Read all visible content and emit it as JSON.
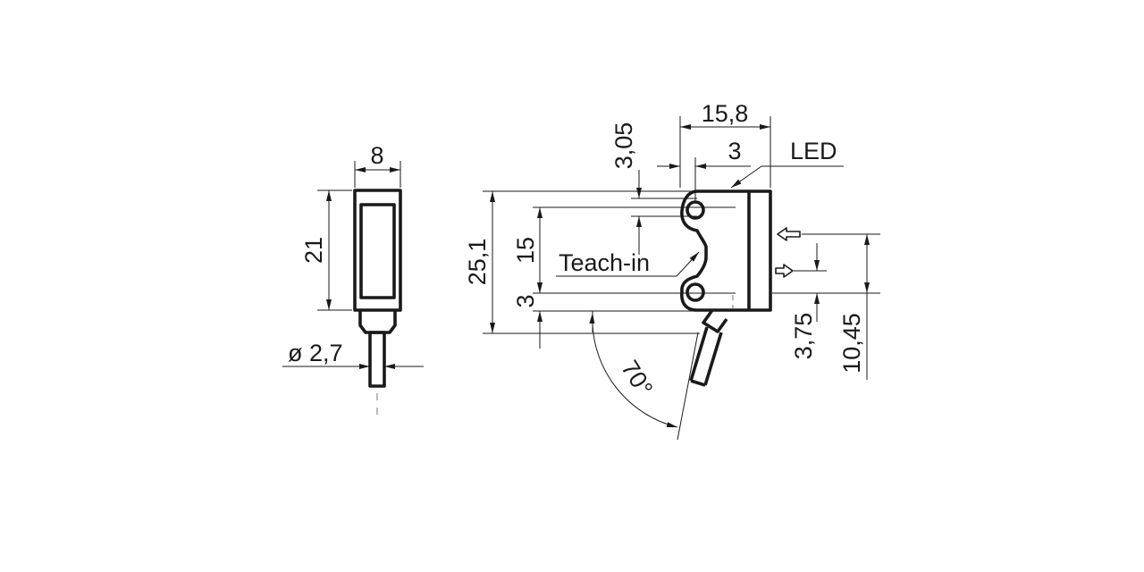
{
  "dimensions": {
    "side_width": "8",
    "side_height": "21",
    "cable_diameter": "ø 2,7",
    "total_height": "25,1",
    "top_offset": "3,05",
    "hole_spacing": "15",
    "bottom_offset": "3",
    "body_width": "15,8",
    "hole_offset": "3",
    "angle": "70°",
    "lower_axis_offset": "3,75",
    "upper_axis_offset": "10,45"
  },
  "callouts": {
    "led": "LED",
    "teach_in": "Teach-in"
  },
  "colors": {
    "line": "#1a1a1a",
    "background": "#ffffff"
  }
}
